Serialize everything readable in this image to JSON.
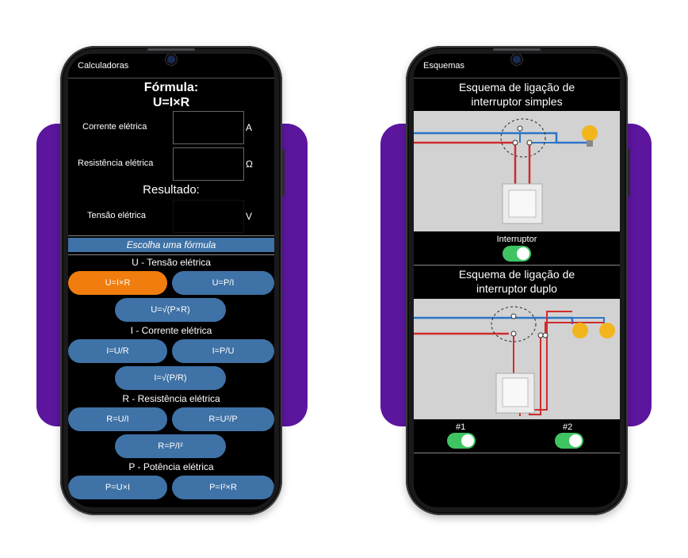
{
  "left": {
    "title": "Calculadoras",
    "formula_heading": "Fórmula:",
    "formula": "U=I×R",
    "inputs": [
      {
        "label": "Corrente elétrica",
        "unit": "A"
      },
      {
        "label": "Resistência elétrica",
        "unit": "Ω"
      }
    ],
    "result_heading": "Resultado:",
    "result": {
      "label": "Tensão elétrica",
      "unit": "V"
    },
    "choose_banner": "Escolha uma fórmula",
    "sections": [
      {
        "title": "U - Tensão elétrica",
        "buttons": [
          "U=I×R",
          "U=P/I",
          "U=√(P×R)"
        ]
      },
      {
        "title": "I - Corrente elétrica",
        "buttons": [
          "I=U/R",
          "I=P/U",
          "I=√(P/R)"
        ]
      },
      {
        "title": "R - Resistência elétrica",
        "buttons": [
          "R=U/I",
          "R=U²/P",
          "R=P/I²"
        ]
      },
      {
        "title": "P - Potência elétrica",
        "buttons": [
          "P=U×I",
          "P=I²×R"
        ]
      }
    ]
  },
  "right": {
    "title": "Esquemas",
    "scheme1": {
      "title_line1": "Esquema de ligação de",
      "title_line2": "interruptor simples",
      "toggle_label": "Interruptor"
    },
    "scheme2": {
      "title_line1": "Esquema de ligação de",
      "title_line2": "interruptor duplo",
      "toggle1_label": "#1",
      "toggle2_label": "#2"
    }
  },
  "colors": {
    "accent_purple": "#5c169e",
    "button_blue": "#3f72a6",
    "button_active": "#f07d0d",
    "toggle_green": "#3fc463"
  }
}
